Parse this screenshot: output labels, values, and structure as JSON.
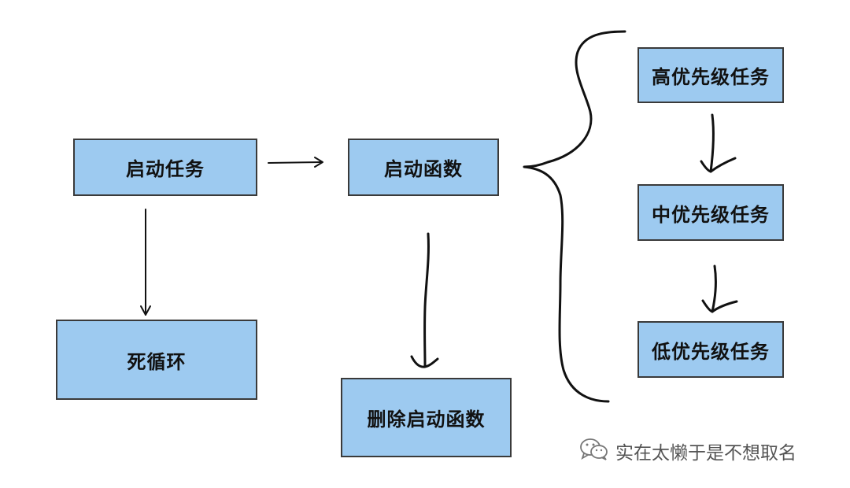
{
  "nodes": {
    "start_task": "启动任务",
    "dead_loop": "死循环",
    "start_function": "启动函数",
    "delete_start_function": "删除启动函数",
    "high_priority_task": "高优先级任务",
    "medium_priority_task": "中优先级任务",
    "low_priority_task": "低优先级任务"
  },
  "watermark": {
    "text": "实在太懒于是不想取名",
    "icon": "wechat-icon"
  },
  "colors": {
    "box_fill": "#9dcaf0",
    "box_border": "#3a3a3a",
    "line": "#111111"
  }
}
